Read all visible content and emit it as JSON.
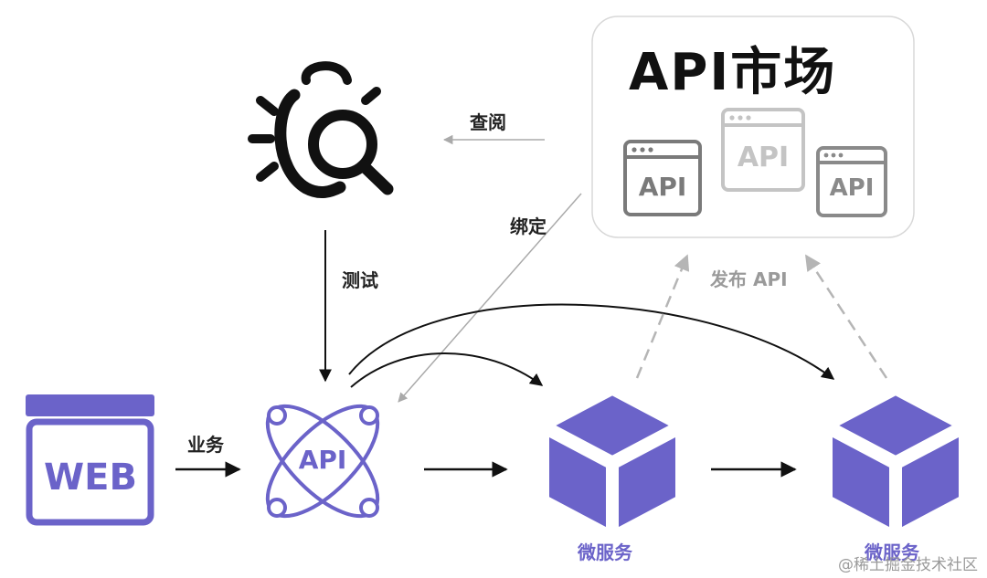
{
  "market": {
    "title": "API市场",
    "card_labels": [
      "API",
      "API",
      "API"
    ]
  },
  "edges": {
    "view": "查阅",
    "bind": "绑定",
    "test": "测试",
    "business": "业务",
    "publish": "发布 API"
  },
  "nodes": {
    "web_label": "WEB",
    "gateway_label": "API",
    "microservice_1": "微服务",
    "microservice_2": "微服务"
  },
  "colors": {
    "purple": "#6b63c9",
    "card_gray": "#7a7a7a",
    "card_light": "#c4c4c4"
  },
  "watermark": "@稀土掘金技术社区"
}
